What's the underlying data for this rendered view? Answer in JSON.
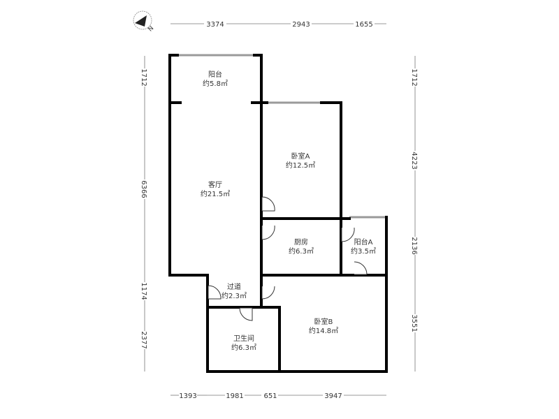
{
  "compass": {
    "label": "N",
    "icon": "compass-north-icon"
  },
  "dimensions": {
    "top": [
      "3374",
      "2943",
      "1655"
    ],
    "bottom": [
      "1393",
      "1981",
      "651",
      "3947"
    ],
    "left": [
      "1712",
      "6366",
      "1174",
      "2377"
    ],
    "right": [
      "1712",
      "4223",
      "2136",
      "3551"
    ]
  },
  "rooms": [
    {
      "name": "阳台",
      "area": "约5.8㎡"
    },
    {
      "name": "卧室A",
      "area": "约12.5㎡"
    },
    {
      "name": "客厅",
      "area": "约21.5㎡"
    },
    {
      "name": "厨房",
      "area": "约6.3㎡"
    },
    {
      "name": "阳台A",
      "area": "约3.5㎡"
    },
    {
      "name": "过道",
      "area": "约2.3㎡"
    },
    {
      "name": "卧室B",
      "area": "约14.8㎡"
    },
    {
      "name": "卫生间",
      "area": "约6.3㎡"
    }
  ],
  "colors": {
    "wall": "#000000",
    "window": "#9a9a9a",
    "dimension": "#666666",
    "text": "#333333"
  }
}
